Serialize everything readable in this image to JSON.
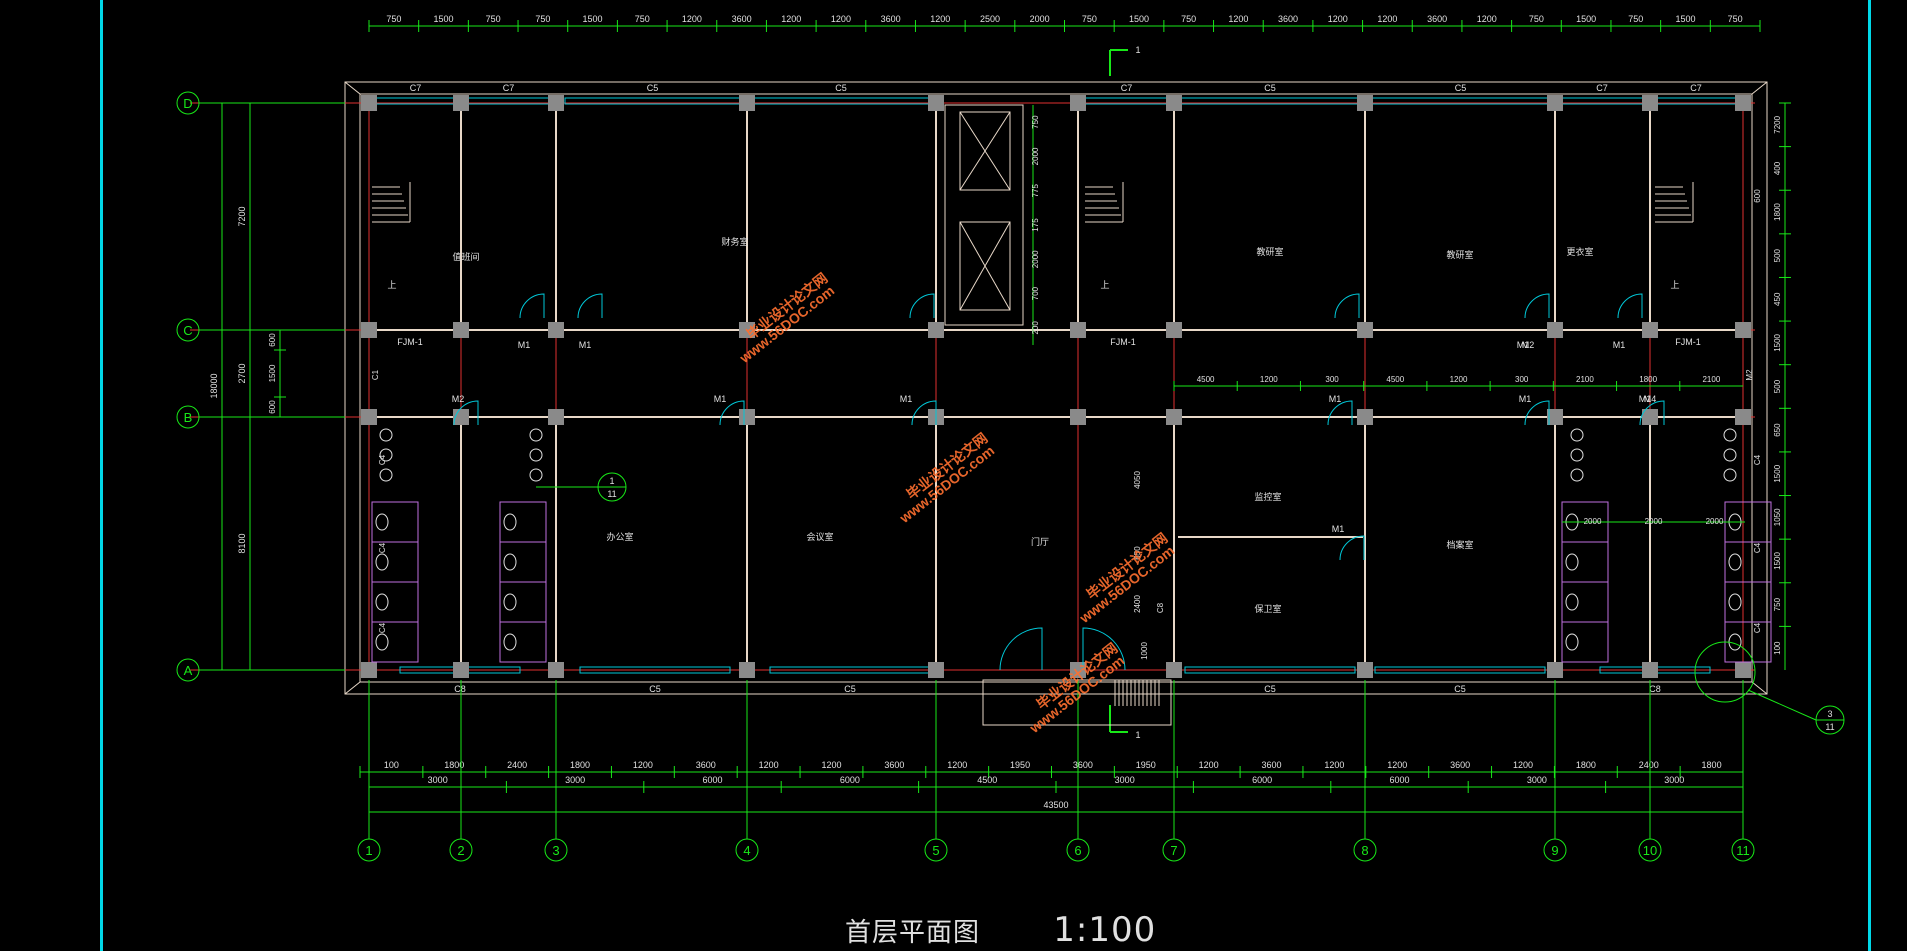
{
  "title": "首层平面图",
  "scale": "1:100",
  "colors": {
    "background": "#000000",
    "frame": "#00d8e8",
    "wall": "#e8d8c8",
    "axis": "#e03030",
    "dimension": "#18e818",
    "window": "#00c8d8",
    "column": "#8a8a8a",
    "fixture": "#c070e0",
    "text": "#e0e0e0",
    "watermark": "#ff7030"
  },
  "axes_horizontal": [
    "D",
    "C",
    "B",
    "A"
  ],
  "axes_vertical": [
    "1",
    "2",
    "3",
    "4",
    "5",
    "6",
    "7",
    "8",
    "9",
    "10",
    "11"
  ],
  "dim_top": [
    "750",
    "1500",
    "750",
    "750",
    "1500",
    "750",
    "1200",
    "3600",
    "1200",
    "1200",
    "3600",
    "1200",
    "2500",
    "2000",
    "750",
    "1500",
    "750",
    "1200",
    "3600",
    "1200",
    "1200",
    "3600",
    "1200",
    "750",
    "1500",
    "750",
    "1500",
    "750"
  ],
  "dim_bottom_1": [
    "100",
    "1800",
    "2400",
    "1800",
    "1200",
    "3600",
    "1200",
    "1200",
    "3600",
    "1200",
    "1950",
    "3600",
    "1950",
    "1200",
    "3600",
    "1200",
    "1200",
    "3600",
    "1200",
    "1800",
    "2400",
    "1800"
  ],
  "dim_bottom_2": [
    "3000",
    "3000",
    "6000",
    "6000",
    "4500",
    "3000",
    "6000",
    "6000",
    "3000",
    "3000"
  ],
  "dim_total": "43500",
  "dim_left_outer": [
    "7200",
    "2700",
    "8100"
  ],
  "dim_left_total": "18000",
  "dim_left_inner": [
    "600",
    "1500",
    "600"
  ],
  "dim_right": [
    "7200",
    "400",
    "1800",
    "500",
    "450",
    "1500",
    "500",
    "650",
    "1500",
    "1050",
    "1500",
    "750",
    "100"
  ],
  "dim_elevator": [
    "750",
    "2000",
    "775",
    "175",
    "2000",
    "700",
    "200"
  ],
  "dim_corridor": [
    "4500",
    "1200",
    "300",
    "4500",
    "1200",
    "300",
    "2100",
    "1800",
    "2100"
  ],
  "dim_toilet_right": [
    "2000",
    "2000",
    "2000"
  ],
  "dim_misc": [
    "4050",
    "650",
    "2400",
    "1000",
    "600"
  ],
  "windows_top": [
    "C7",
    "C7",
    "C5",
    "C5",
    "C7",
    "C5",
    "C5",
    "C7",
    "C7"
  ],
  "windows_bottom": [
    "C8",
    "C5",
    "C5",
    "C5",
    "C5",
    "C8"
  ],
  "side_windows": [
    "C1",
    "C4",
    "C4",
    "C4",
    "C4",
    "C4",
    "C4",
    "C8",
    "M2"
  ],
  "doors": [
    "FJM-1",
    "M1",
    "M1",
    "M1",
    "FJM-1",
    "M1",
    "M1",
    "FJM-1",
    "M2",
    "M1",
    "M1",
    "M1",
    "M1",
    "M1",
    "M2",
    "M4"
  ],
  "rooms": [
    "值班间",
    "财务室",
    "办公室",
    "会议室",
    "更衣室",
    "教研室",
    "教研室",
    "门厅",
    "监控室",
    "档案室",
    "保卫室"
  ],
  "stair_label": "上",
  "callouts": [
    {
      "num": "1",
      "den": "11"
    },
    {
      "num": "3",
      "den": "11"
    }
  ],
  "section_mark": "1",
  "watermark_lines": [
    "毕业设计论文网",
    "www.56DOC.com"
  ]
}
